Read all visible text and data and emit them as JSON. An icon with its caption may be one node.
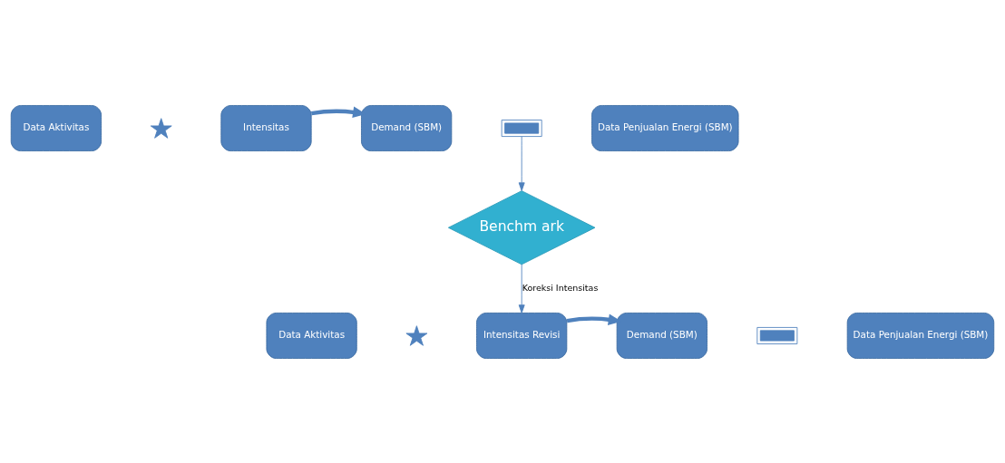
{
  "diagram": {
    "nodes": [
      {
        "text": [
          "Data Aktivitas"
        ]
      },
      {
        "text": [],
        "shape": "cross"
      },
      {
        "text": [
          "Intensitas"
        ]
      },
      {
        "text": [
          "Demand (SBM)"
        ]
      },
      {
        "text": [],
        "shape": "bar"
      },
      {
        "text": [
          "Data Penjualan Energi (SBM)"
        ]
      },
      {
        "text": [
          "Benchm ark"
        ]
      },
      {
        "text": [
          "Data Aktivitas"
        ]
      },
      {
        "text": [],
        "shape": "cross"
      },
      {
        "text": [
          "Intensitas Revisi"
        ]
      },
      {
        "text": [
          "Demand (SBM)"
        ]
      },
      {
        "text": [],
        "shape": "bar"
      },
      {
        "text": [
          "Data Penjualan Energi (SBM)"
        ]
      }
    ],
    "edges": [
      {
        "from": 2,
        "to": 3,
        "arrow": "to",
        "style": "thick"
      },
      {
        "from": 4,
        "to": 6,
        "arrow": "to"
      },
      {
        "from": 6,
        "to": 9,
        "arrow": "to",
        "label": "Koreksi Intensitas"
      },
      {
        "from": 9,
        "to": 10,
        "arrow": "to",
        "style": "thick"
      }
    ]
  }
}
